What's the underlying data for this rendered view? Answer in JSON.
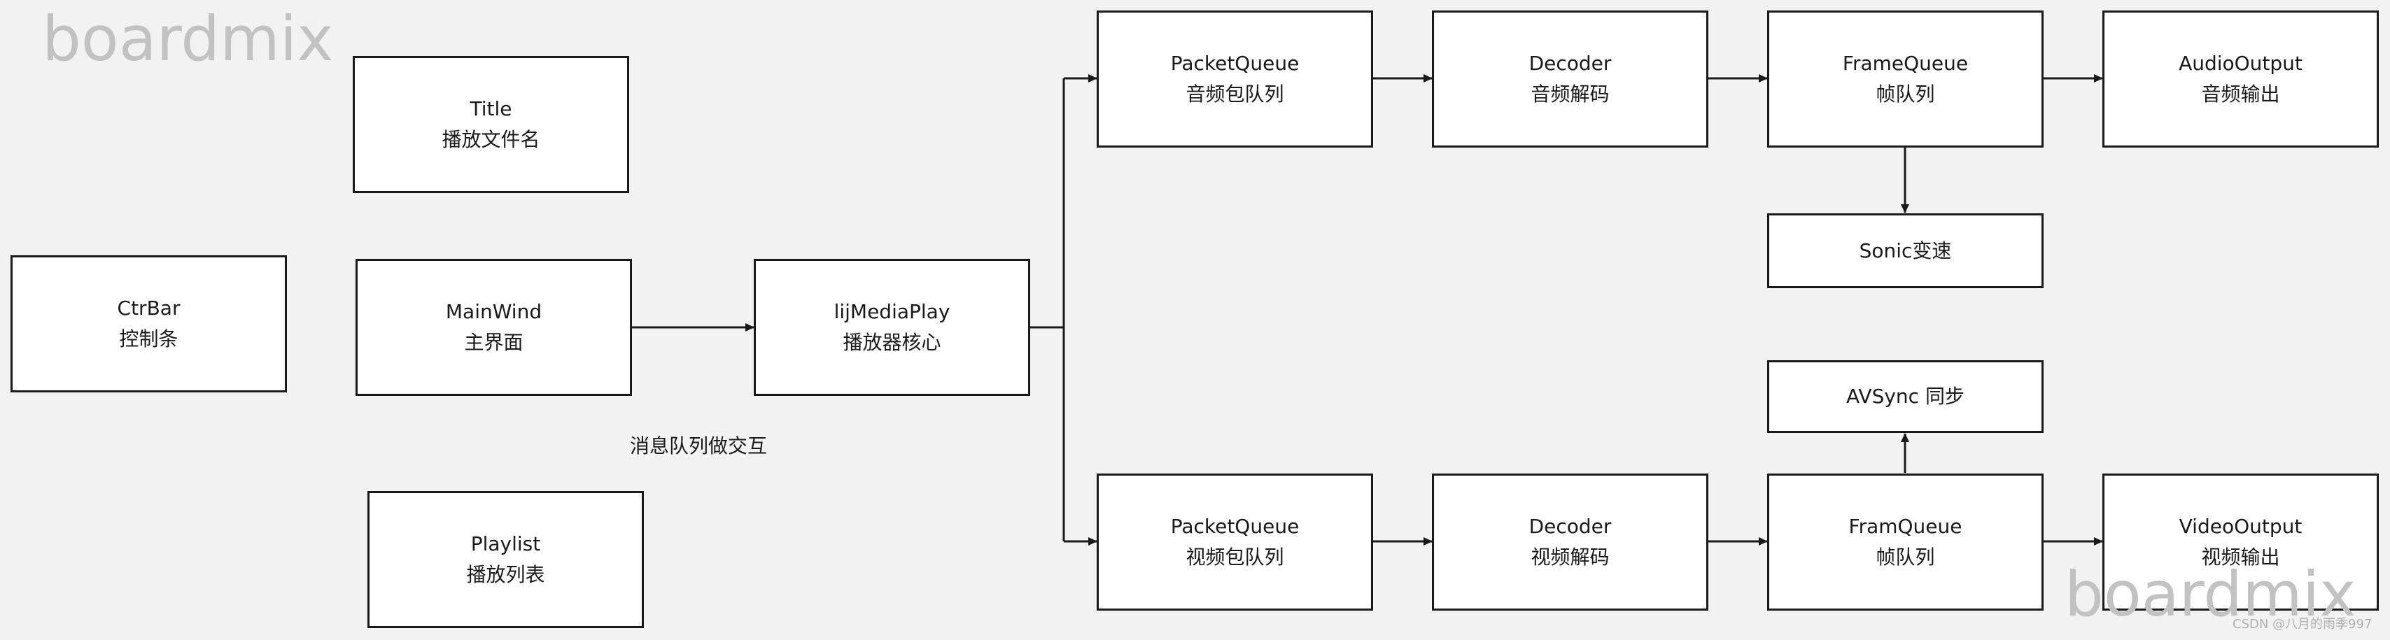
{
  "watermarks": {
    "brand": "boardmix",
    "credit": "CSDN @八月的雨季997"
  },
  "nodes": {
    "title": {
      "line1": "Title",
      "line2": "播放文件名"
    },
    "ctrbar": {
      "line1": "CtrBar",
      "line2": "控制条"
    },
    "mainwind": {
      "line1": "MainWind",
      "line2": "主界面"
    },
    "playlist": {
      "line1": "Playlist",
      "line2": "播放列表"
    },
    "core": {
      "line1": "lijMediaPlay",
      "line2": "播放器核心"
    },
    "audio_packet": {
      "line1": "PacketQueue",
      "line2": "音频包队列"
    },
    "audio_decoder": {
      "line1": "Decoder",
      "line2": "音频解码"
    },
    "audio_frame": {
      "line1": "FrameQueue",
      "line2": "帧队列"
    },
    "audio_output": {
      "line1": "AudioOutput",
      "line2": "音频输出"
    },
    "sonic": {
      "line1": "Sonic变速"
    },
    "avsync": {
      "line1": "AVSync 同步"
    },
    "video_packet": {
      "line1": "PacketQueue",
      "line2": "视频包队列"
    },
    "video_decoder": {
      "line1": "Decoder",
      "line2": "视频解码"
    },
    "video_frame": {
      "line1": "FramQueue",
      "line2": "帧队列"
    },
    "video_output": {
      "line1": "VideoOutput",
      "line2": "视频输出"
    }
  },
  "labels": {
    "message_queue": "消息队列做交互"
  },
  "colors": {
    "background": "#f2f2f2",
    "node_fill": "#ffffff",
    "stroke": "#1a1a1a",
    "watermark": "#c2c2c2"
  }
}
